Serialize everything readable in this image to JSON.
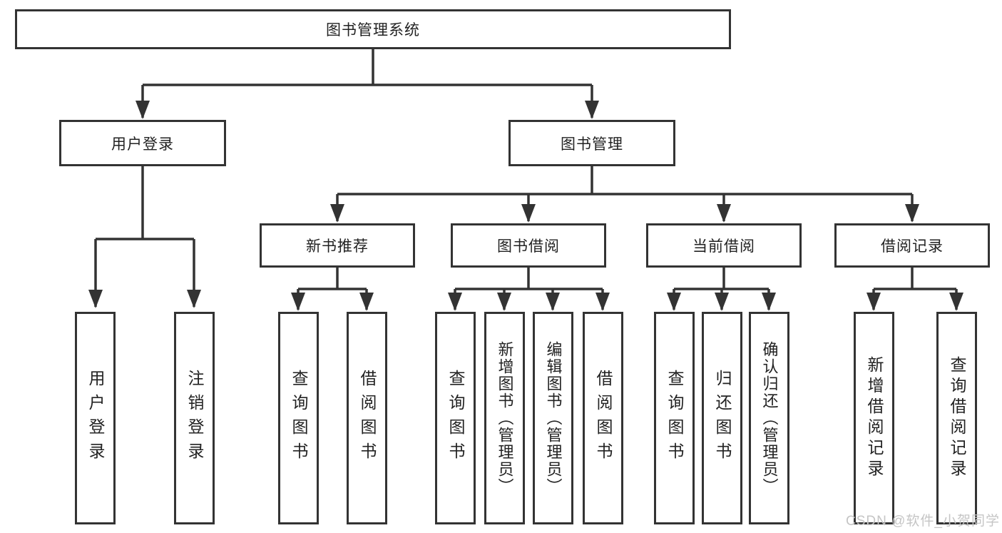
{
  "root": {
    "label": "图书管理系统"
  },
  "level2": [
    {
      "label": "用户登录",
      "parent": "图书管理系统"
    },
    {
      "label": "图书管理",
      "parent": "图书管理系统"
    }
  ],
  "level3": [
    {
      "label": "新书推荐",
      "parent": "图书管理"
    },
    {
      "label": "图书借阅",
      "parent": "图书管理"
    },
    {
      "label": "当前借阅",
      "parent": "图书管理"
    },
    {
      "label": "借阅记录",
      "parent": "图书管理"
    }
  ],
  "leaves": [
    {
      "label": "用户登录",
      "parent": "用户登录"
    },
    {
      "label": "注销登录",
      "parent": "用户登录"
    },
    {
      "label": "查询图书",
      "parent": "新书推荐"
    },
    {
      "label": "借阅图书",
      "parent": "新书推荐"
    },
    {
      "label": "查询图书",
      "parent": "图书借阅"
    },
    {
      "label": "新增图书（管理员）",
      "parent": "图书借阅"
    },
    {
      "label": "编辑图书（管理员）",
      "parent": "图书借阅"
    },
    {
      "label": "借阅图书",
      "parent": "图书借阅"
    },
    {
      "label": "查询图书",
      "parent": "当前借阅"
    },
    {
      "label": "归还图书",
      "parent": "当前借阅"
    },
    {
      "label": "确认归还（管理员）",
      "parent": "当前借阅"
    },
    {
      "label": "新增借阅记录",
      "parent": "借阅记录"
    },
    {
      "label": "查询借阅记录",
      "parent": "借阅记录"
    }
  ],
  "watermark": {
    "text": "CSDN @软件_小贺同学"
  },
  "colors": {
    "line": "#333333",
    "box_border": "#333333",
    "box_fill": "#ffffff",
    "text": "#222222",
    "watermark": "#c5c5c5",
    "background": "#ffffff"
  }
}
